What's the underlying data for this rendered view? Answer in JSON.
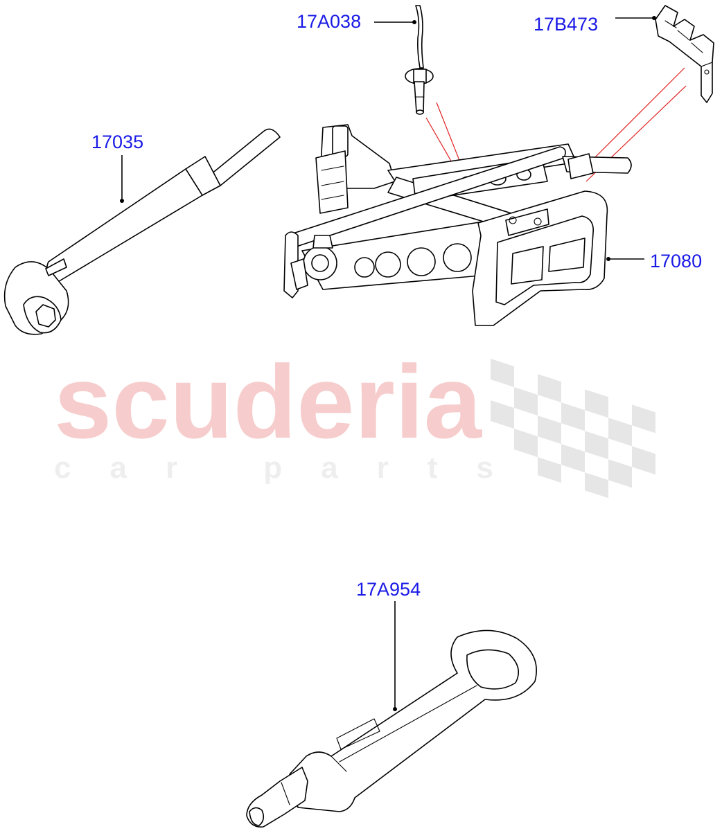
{
  "watermark": {
    "brand": "scuderia",
    "tagline": "car parts"
  },
  "callouts": [
    {
      "id": "p17A038",
      "label": "17A038"
    },
    {
      "id": "p17B473",
      "label": "17B473"
    },
    {
      "id": "p17035",
      "label": "17035"
    },
    {
      "id": "p17080",
      "label": "17080"
    },
    {
      "id": "p17A954",
      "label": "17A954"
    }
  ],
  "colors": {
    "callout_text": "#1a1ae6",
    "watermark_brand": "#f6cccc",
    "watermark_tagline": "#eeeeee",
    "reference_lines": "#e02020"
  }
}
